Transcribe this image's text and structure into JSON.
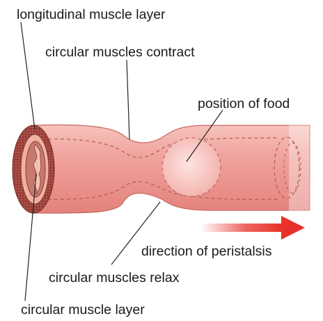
{
  "labels": {
    "longitudinal_muscle_layer": "longitudinal muscle layer",
    "circular_muscles_contract": "circular muscles contract",
    "position_of_food": "position of food",
    "direction_of_peristalsis": "direction of peristalsis",
    "circular_muscles_relax": "circular muscles relax",
    "circular_muscle_layer": "circular muscle layer"
  },
  "colors": {
    "tube_fill": "#ef9c98",
    "tube_outline": "#b85a55",
    "outer_ring": "#9a3d36",
    "inner_ring": "#e8a89a",
    "food": "#f6c6c3",
    "arrow": "#e8312a",
    "leader_line": "#222222"
  }
}
